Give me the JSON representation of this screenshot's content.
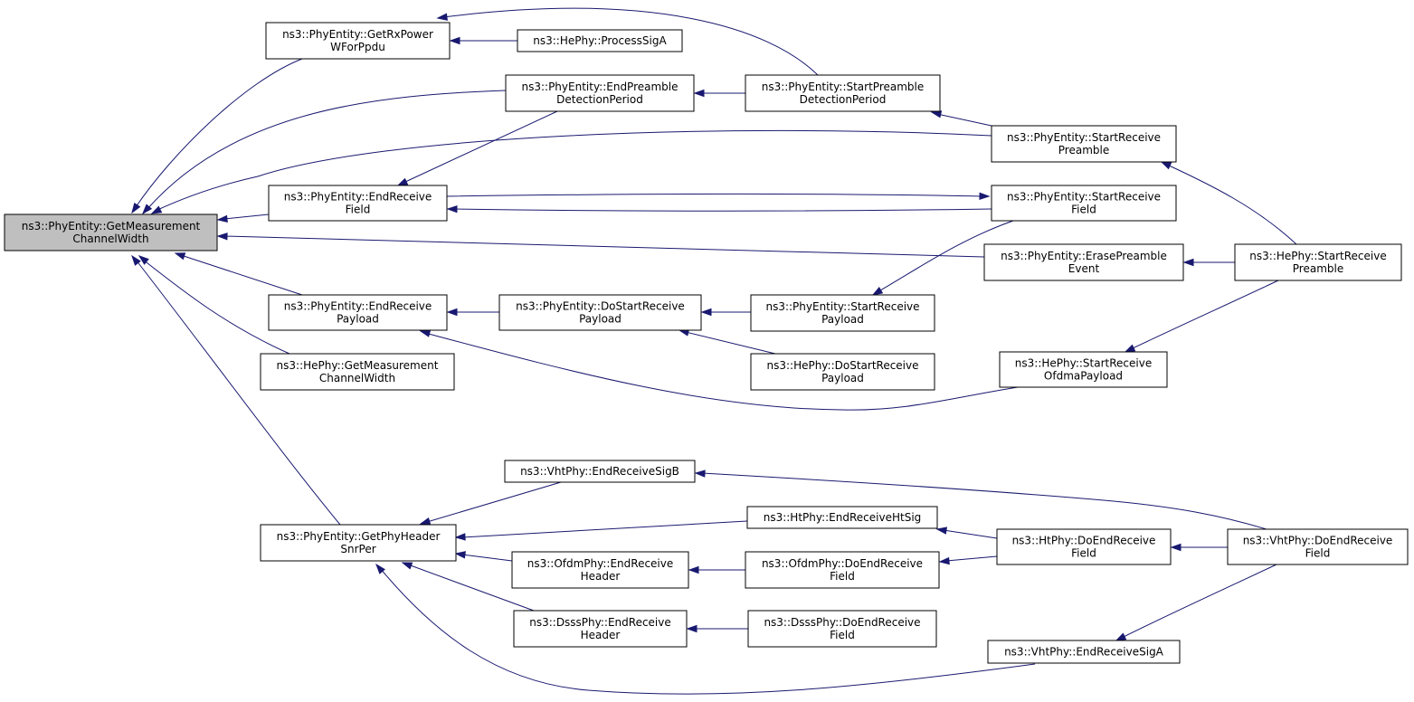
{
  "colors": {
    "edge": "#191970",
    "root_fill": "#bfbfbf",
    "node_fill": "#ffffff",
    "node_stroke": "#000000"
  },
  "nodes": {
    "root": {
      "lines": [
        "ns3::PhyEntity::GetMeasurement",
        "ChannelWidth"
      ]
    },
    "getrxpower": {
      "lines": [
        "ns3::PhyEntity::GetRxPower",
        "WForPpdu"
      ]
    },
    "processsiga": {
      "lines": [
        "ns3::HePhy::ProcessSigA"
      ]
    },
    "endpreamble": {
      "lines": [
        "ns3::PhyEntity::EndPreamble",
        "DetectionPeriod"
      ]
    },
    "startpreambledet": {
      "lines": [
        "ns3::PhyEntity::StartPreamble",
        "DetectionPeriod"
      ]
    },
    "startrecvpreamble": {
      "lines": [
        "ns3::PhyEntity::StartReceive",
        "Preamble"
      ]
    },
    "endrecvfield": {
      "lines": [
        "ns3::PhyEntity::EndReceive",
        "Field"
      ]
    },
    "startrecvfield": {
      "lines": [
        "ns3::PhyEntity::StartReceive",
        "Field"
      ]
    },
    "erasepreamble": {
      "lines": [
        "ns3::PhyEntity::ErasePreamble",
        "Event"
      ]
    },
    "hestartrecvpreamble": {
      "lines": [
        "ns3::HePhy::StartReceive",
        "Preamble"
      ]
    },
    "endrecvpayload": {
      "lines": [
        "ns3::PhyEntity::EndReceive",
        "Payload"
      ]
    },
    "dostartrecvpayload": {
      "lines": [
        "ns3::PhyEntity::DoStartReceive",
        "Payload"
      ]
    },
    "startrecvpayload": {
      "lines": [
        "ns3::PhyEntity::StartReceive",
        "Payload"
      ]
    },
    "hegetmeas": {
      "lines": [
        "ns3::HePhy::GetMeasurement",
        "ChannelWidth"
      ]
    },
    "hedostartrecvpayload": {
      "lines": [
        "ns3::HePhy::DoStartReceive",
        "Payload"
      ]
    },
    "hestartofdma": {
      "lines": [
        "ns3::HePhy::StartReceive",
        "OfdmaPayload"
      ]
    },
    "getphyheader": {
      "lines": [
        "ns3::PhyEntity::GetPhyHeader",
        "SnrPer"
      ]
    },
    "vhtendsigb": {
      "lines": [
        "ns3::VhtPhy::EndReceiveSigB"
      ]
    },
    "htendhtsig": {
      "lines": [
        "ns3::HtPhy::EndReceiveHtSig"
      ]
    },
    "htdoendfield": {
      "lines": [
        "ns3::HtPhy::DoEndReceive",
        "Field"
      ]
    },
    "vhtdoendfield": {
      "lines": [
        "ns3::VhtPhy::DoEndReceive",
        "Field"
      ]
    },
    "ofdmendheader": {
      "lines": [
        "ns3::OfdmPhy::EndReceive",
        "Header"
      ]
    },
    "ofdmdoendfield": {
      "lines": [
        "ns3::OfdmPhy::DoEndReceive",
        "Field"
      ]
    },
    "dsssendheader": {
      "lines": [
        "ns3::DsssPhy::EndReceive",
        "Header"
      ]
    },
    "dsssdoendfield": {
      "lines": [
        "ns3::DsssPhy::DoEndReceive",
        "Field"
      ]
    },
    "vhtendsiga": {
      "lines": [
        "ns3::VhtPhy::EndReceiveSigA"
      ]
    }
  }
}
